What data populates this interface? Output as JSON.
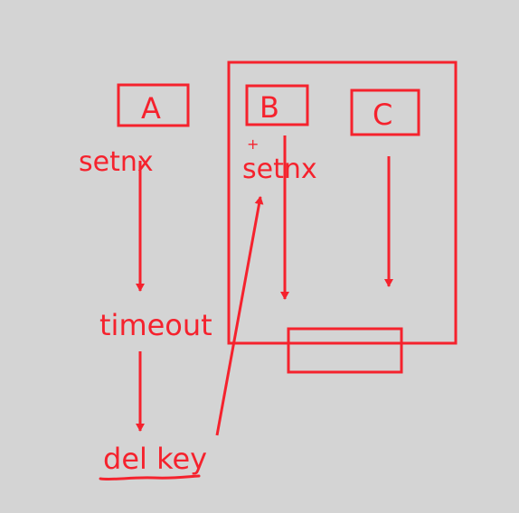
{
  "diagram": {
    "stroke_color": "#f5222d",
    "background_color": "#d4d4d4",
    "nodes": {
      "a": "A",
      "b": "B",
      "c": "C"
    },
    "labels": {
      "setnx_left": "setnx",
      "setnx_right": "setnx",
      "plus_mark": "+",
      "timeout": "timeout",
      "del_key": "del key"
    }
  }
}
